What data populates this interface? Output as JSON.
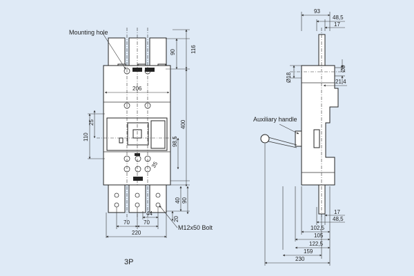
{
  "front_view": {
    "callouts": {
      "mounting_hole": "Mounting hole",
      "bolt": "M12x50  Bolt"
    },
    "dims": {
      "d206": "206",
      "d90_top": "90",
      "d116": "116",
      "d400": "400",
      "d25": "25",
      "d110": "110",
      "d98_5": "98,5",
      "d35": "35",
      "d40": "40",
      "d90_bottom": "90",
      "d20": "20",
      "d44": "44",
      "d70_left": "70",
      "d70_right": "70",
      "d220": "220"
    },
    "caption": "3P"
  },
  "side_view": {
    "callouts": {
      "auxiliary_handle": "Auxiliary handle"
    },
    "dims": {
      "d93": "93",
      "d48_5_top": "48,5",
      "d17_top": "17",
      "d9": "Ø9",
      "d18": "Ø18",
      "d21_4": "21,4",
      "d17_bottom": "17",
      "d48_5_bottom": "48,5",
      "d102_5": "102,5",
      "d105": "105",
      "d122_5": "122,5",
      "d159": "159",
      "d230": "230"
    }
  }
}
